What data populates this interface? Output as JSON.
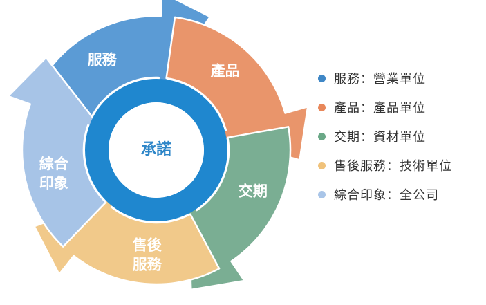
{
  "center": {
    "label": "承諾",
    "fill": "#ffffff",
    "text_color": "#2e86c8"
  },
  "ring_color": "#1f87cf",
  "segments": [
    {
      "lines": [
        "服務"
      ],
      "color": "#5b9bd5"
    },
    {
      "lines": [
        "產品"
      ],
      "color": "#e9956b"
    },
    {
      "lines": [
        "交期"
      ],
      "color": "#7aae93"
    },
    {
      "lines": [
        "售後",
        "服務"
      ],
      "color": "#f1c98a"
    },
    {
      "lines": [
        "綜合",
        "印象"
      ],
      "color": "#a7c4e7"
    }
  ],
  "legend": [
    {
      "text": "服務：營業單位",
      "color": "#3f87c6"
    },
    {
      "text": "產品：產品單位",
      "color": "#e8875a"
    },
    {
      "text": "交期：資材單位",
      "color": "#6aa887"
    },
    {
      "text": "售後服務：技術單位",
      "color": "#f0c27b"
    },
    {
      "text": "綜合印象：全公司",
      "color": "#a9c5e8"
    }
  ]
}
